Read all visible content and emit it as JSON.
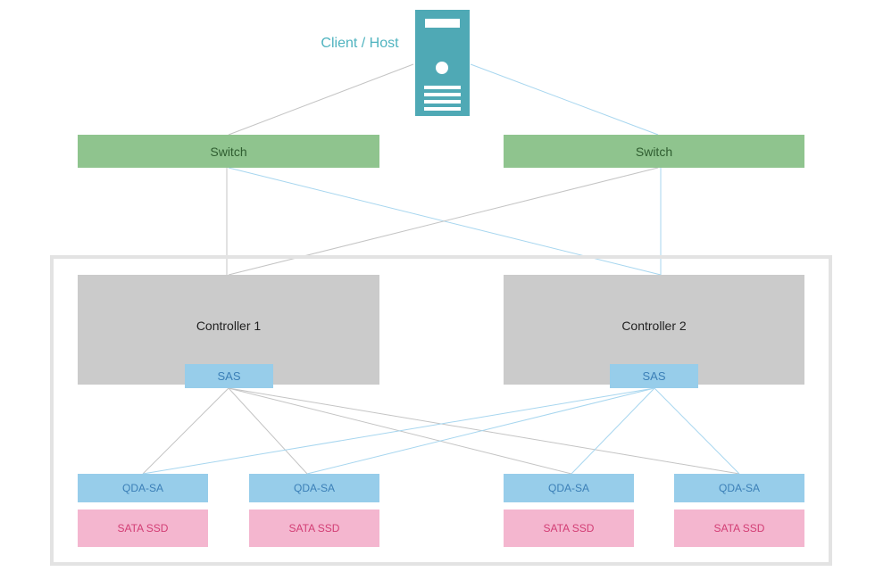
{
  "host": {
    "label": "Client / Host",
    "icon": "server-icon",
    "color": "#4fa9b5"
  },
  "switches": [
    {
      "label": "Switch"
    },
    {
      "label": "Switch"
    }
  ],
  "controllers": [
    {
      "label": "Controller 1",
      "port_label": "SAS"
    },
    {
      "label": "Controller 2",
      "port_label": "SAS"
    }
  ],
  "drives": [
    {
      "adapter_label": "QDA-SA",
      "disk_label": "SATA SSD"
    },
    {
      "adapter_label": "QDA-SA",
      "disk_label": "SATA SSD"
    },
    {
      "adapter_label": "QDA-SA",
      "disk_label": "SATA SSD"
    },
    {
      "adapter_label": "QDA-SA",
      "disk_label": "SATA SSD"
    }
  ],
  "colors": {
    "switch": "#8fc48e",
    "controller": "#cbcbcb",
    "sas": "#97cdea",
    "qda": "#97cdea",
    "ssd": "#f4b6cf",
    "enclosure_border": "#e3e3e3",
    "link_gray": "#c4c4c4",
    "link_blue": "#a7d6ef"
  }
}
